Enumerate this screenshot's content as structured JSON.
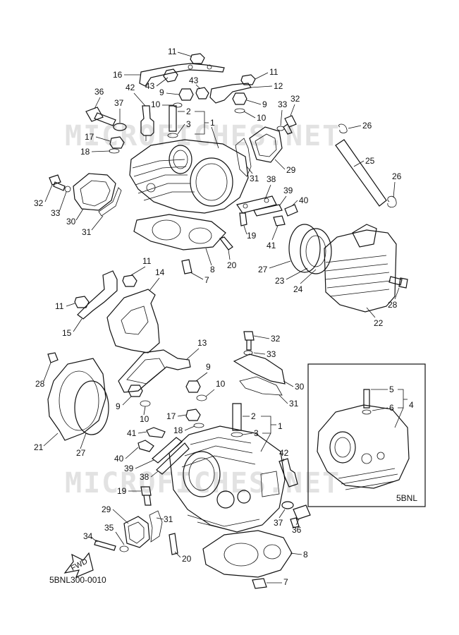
{
  "watermark": "MICROFICHES.NET",
  "diagram_code": "5BNL300-0010",
  "inset_label": "5BNL",
  "fwd_label": "FWD",
  "callouts_top": {
    "c11a": "11",
    "c16": "16",
    "c43a": "43",
    "c43b": "43",
    "c11b": "11",
    "c12": "12",
    "c9a": "9",
    "c9b": "9",
    "c10a": "10",
    "c10b": "10",
    "c42": "42",
    "c36": "36",
    "c37": "37",
    "c2": "2",
    "c3": "3",
    "c1": "1",
    "c33a": "33",
    "c32a": "32",
    "c26a": "26",
    "c17": "17",
    "c18": "18",
    "c25": "25",
    "c26b": "26",
    "c29": "29",
    "c31a": "31",
    "c38": "38",
    "c39": "39",
    "c40": "40",
    "c41": "41",
    "c19": "19",
    "c32b": "32",
    "c33b": "33",
    "c30": "30",
    "c31b": "31",
    "c8": "8",
    "c20": "20",
    "c7": "7",
    "c27": "27",
    "c23": "23",
    "c24": "24",
    "c22": "22",
    "c28": "28"
  },
  "callouts_bottom": {
    "c11a": "11",
    "c14": "14",
    "c11b": "11",
    "c15": "15",
    "c13": "13",
    "c32": "32",
    "c33": "33",
    "c28": "28",
    "c30": "30",
    "c31a": "31",
    "c9a": "9",
    "c9b": "9",
    "c10a": "10",
    "c10b": "10",
    "c2": "2",
    "c3": "3",
    "c1": "1",
    "c17": "17",
    "c18": "18",
    "c21": "21",
    "c27": "27",
    "c41": "41",
    "c40": "40",
    "c39": "39",
    "c38": "38",
    "c42": "42",
    "c19": "19",
    "c29": "29",
    "c31b": "31",
    "c37": "37",
    "c36": "36",
    "c35": "35",
    "c34": "34",
    "c20": "20",
    "c8": "8",
    "c7": "7"
  },
  "callouts_inset": {
    "c5": "5",
    "c4": "4",
    "c6": "6"
  }
}
